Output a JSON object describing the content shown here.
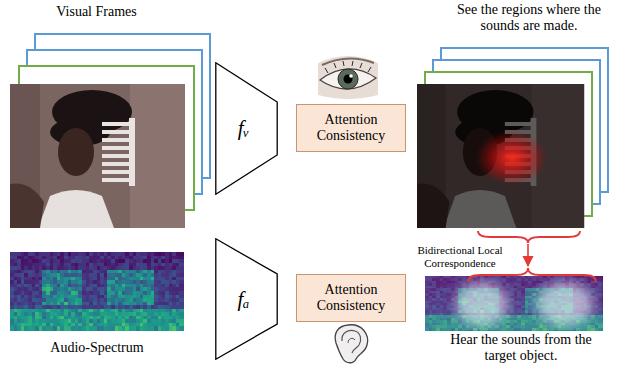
{
  "diagram": {
    "nodes": [
      {
        "text": [
          "Visual Frames"
        ]
      },
      {
        "text": [
          "fᵥ"
        ]
      },
      {
        "text": [
          "Attention Consistency"
        ]
      },
      {
        "text": [
          "See the regions where the sounds are made."
        ]
      },
      {
        "text": [
          "Audio-Spectrum"
        ]
      },
      {
        "text": [
          "fₐ"
        ]
      },
      {
        "text": [
          "Attention Consistency"
        ]
      },
      {
        "text": [
          "Hear the sounds from the target object."
        ]
      }
    ],
    "edges": [
      {
        "from": 3,
        "to": 7,
        "arrow": "to",
        "label": "Bidirectional Local Correspondence"
      }
    ]
  }
}
